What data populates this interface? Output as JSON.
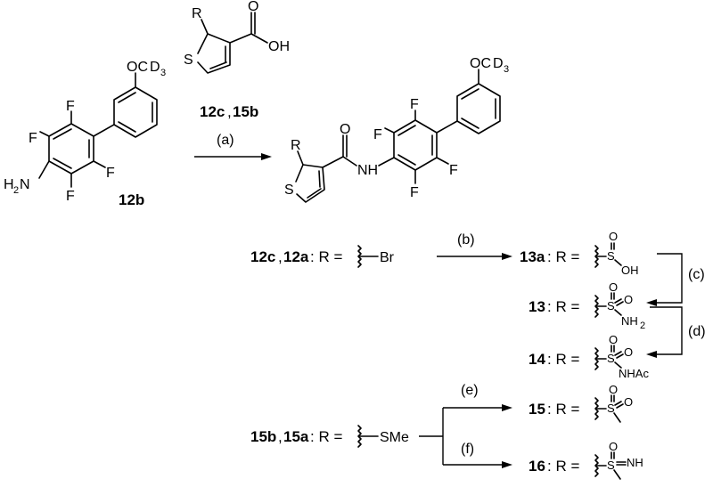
{
  "reagent_top": {
    "r": "R",
    "s": "S",
    "o": "O",
    "oh": "OH",
    "label_a": "12c",
    "label_sep": ",",
    "label_b": "15b"
  },
  "start_material": {
    "h2n": "H",
    "h2n_sub": "2",
    "h2n_n": "N",
    "f1": "F",
    "f2": "F",
    "f3": "F",
    "f4": "F",
    "och": "OC",
    "d": "D",
    "d3": "3",
    "label": "12b"
  },
  "step_a": "(a)",
  "product": {
    "r": "R",
    "s": "S",
    "o": "O",
    "nh": "NH",
    "f1": "F",
    "f2": "F",
    "f3": "F",
    "f4": "F",
    "och": "OC",
    "d": "D",
    "d3": "3"
  },
  "row_br": {
    "label_a": "12c",
    "label_sep": ",",
    "label_b": "12a",
    "eq": ": R =",
    "group": "Br"
  },
  "step_b": "(b)",
  "step_c": "(c)",
  "step_d": "(d)",
  "step_e": "(e)",
  "step_f": "(f)",
  "cmpd_13a": {
    "label": "13a",
    "eq": ": R =",
    "s": "S",
    "o": "O",
    "oh": "OH"
  },
  "cmpd_13": {
    "label": "13",
    "eq": ": R =",
    "s": "S",
    "o1": "O",
    "o2": "O",
    "nh": "NH",
    "nh_sub": "2"
  },
  "cmpd_14": {
    "label": "14",
    "eq": ": R =",
    "s": "S",
    "o1": "O",
    "o2": "O",
    "nhac": "NHAc"
  },
  "row_sme": {
    "label_a": "15b",
    "label_sep": ",",
    "label_b": "15a",
    "eq": ": R =",
    "group": "SMe"
  },
  "cmpd_15": {
    "label": "15",
    "eq": ": R =",
    "s": "S",
    "o1": "O",
    "o2": "O"
  },
  "cmpd_16": {
    "label": "16",
    "eq": ": R =",
    "s": "S",
    "o": "O",
    "nh": "NH"
  }
}
